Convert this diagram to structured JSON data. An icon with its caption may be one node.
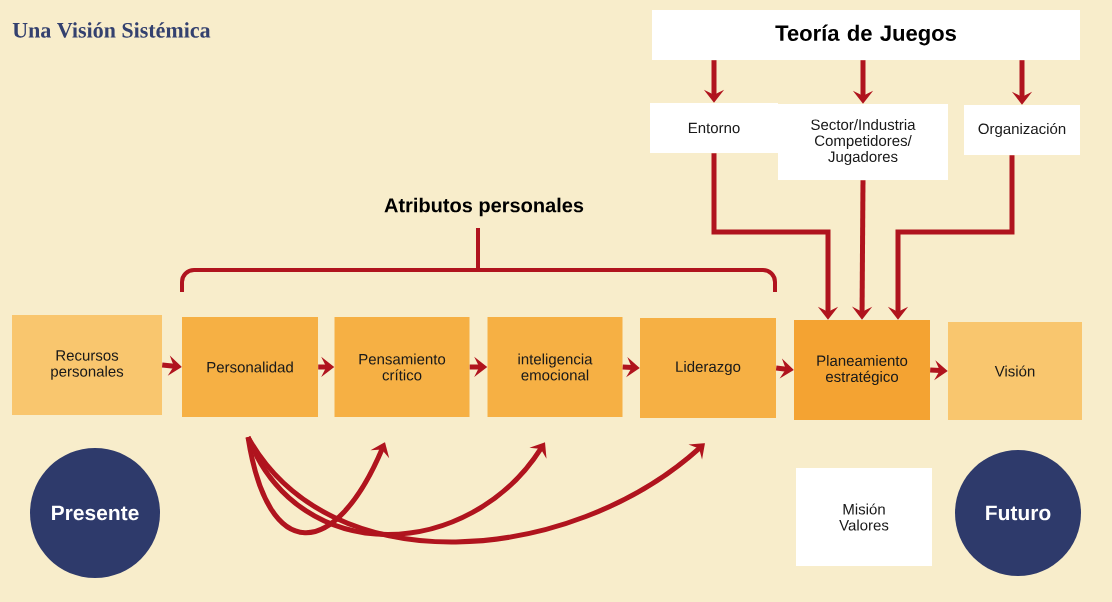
{
  "diagram": {
    "title": "Una Visión Sistémica",
    "nodes": [
      {
        "text": [
          "Teoría de Juegos"
        ]
      },
      {
        "text": [
          "Entorno"
        ]
      },
      {
        "text": [
          "Sector/Industria Competidores/ Jugadores"
        ]
      },
      {
        "text": [
          "Organización"
        ]
      },
      {
        "text": [
          "Recursos personales"
        ]
      },
      {
        "text": [
          "Personalidad"
        ]
      },
      {
        "text": [
          "Pensamiento crítico"
        ]
      },
      {
        "text": [
          "inteligencia emocional"
        ]
      },
      {
        "text": [
          "Liderazgo"
        ]
      },
      {
        "text": [
          "Planeamiento estratégico"
        ]
      },
      {
        "text": [
          "Visión"
        ]
      },
      {
        "text": [
          "Presente"
        ]
      },
      {
        "text": [
          "Futuro"
        ]
      },
      {
        "text": [
          "Misión Valores"
        ]
      }
    ],
    "edges": [
      {
        "from": 0,
        "to": 1,
        "arrow": "to"
      },
      {
        "from": 0,
        "to": 2,
        "arrow": "to"
      },
      {
        "from": 0,
        "to": 3,
        "arrow": "to"
      },
      {
        "from": 1,
        "to": 9,
        "arrow": "to"
      },
      {
        "from": 2,
        "to": 9,
        "arrow": "to"
      },
      {
        "from": 3,
        "to": 9,
        "arrow": "to"
      },
      {
        "from": 4,
        "to": 5,
        "arrow": "to"
      },
      {
        "from": 5,
        "to": 6,
        "arrow": "to"
      },
      {
        "from": 6,
        "to": 7,
        "arrow": "to"
      },
      {
        "from": 7,
        "to": 8,
        "arrow": "to"
      },
      {
        "from": 8,
        "to": 9,
        "arrow": "to"
      },
      {
        "from": 9,
        "to": 10,
        "arrow": "to"
      },
      {
        "from": 5,
        "to": 6,
        "arrow": "to"
      },
      {
        "from": 5,
        "to": 7,
        "arrow": "to"
      },
      {
        "from": 5,
        "to": 8,
        "arrow": "to"
      }
    ],
    "labels": [
      "Atributos personales"
    ]
  }
}
